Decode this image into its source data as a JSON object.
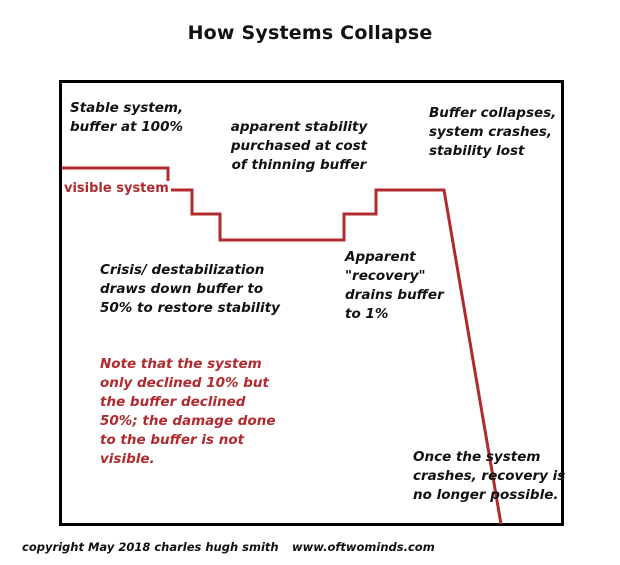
{
  "title": "How Systems Collapse",
  "annotations": {
    "stable": "Stable system,\nbuffer at 100%",
    "apparent_stability": "apparent stability\npurchased at cost\nof thinning buffer",
    "buffer_collapses": "Buffer collapses,\nsystem crashes,\nstability lost",
    "crisis": "Crisis/ destabilization\ndraws down buffer to\n50% to restore stability",
    "recovery": "Apparent\n\"recovery\"\ndrains buffer\nto 1%",
    "note": "Note that the system\nonly declined 10% but\nthe buffer declined\n50%; the damage done\nto the buffer is not\nvisible.",
    "once_crashes": "Once the system\ncrashes, recovery is\nno longer possible."
  },
  "line_label": "visible system",
  "colors": {
    "line": "#b02a2e",
    "note_text": "#b02a2e",
    "frame": "#000000"
  },
  "footer": {
    "copyright": "copyright May 2018  charles hugh smith",
    "website": "www.oftwominds.com"
  }
}
